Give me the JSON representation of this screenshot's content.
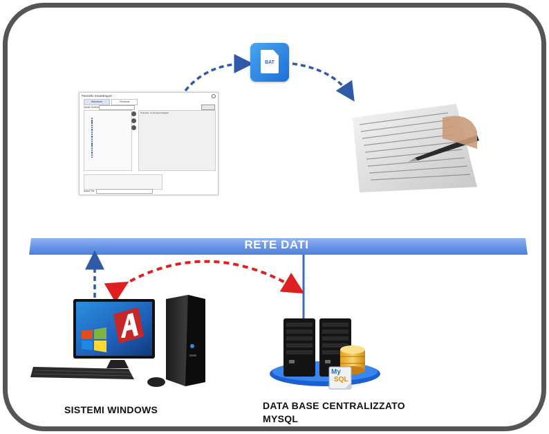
{
  "network": {
    "label": "RETE DATI"
  },
  "nodes": {
    "windows": {
      "label": "SISTEMI WINDOWS"
    },
    "database": {
      "label_line1": "DATA BASE CENTRALIZZATO",
      "label_line2": "MYSQL"
    }
  },
  "bat_icon": {
    "text": "BAT"
  },
  "smartexport": {
    "title": "Pannello SmartExport",
    "tabs": [
      "Selezione",
      "Schema"
    ],
    "field_label": "Nome Schema",
    "panel_tabs": [
      "Proprietà",
      "Connessioni",
      "Oggetti"
    ],
    "bottom_label": "Nome File"
  },
  "mysql_badge": {
    "line1": "My",
    "line2": "SQL"
  },
  "colors": {
    "frame": "#555555",
    "network_bar": "#6a97e8",
    "blue_arrow": "#2e5aa8",
    "red_arrow": "#e02020",
    "net_line": "#3b6ac6"
  }
}
